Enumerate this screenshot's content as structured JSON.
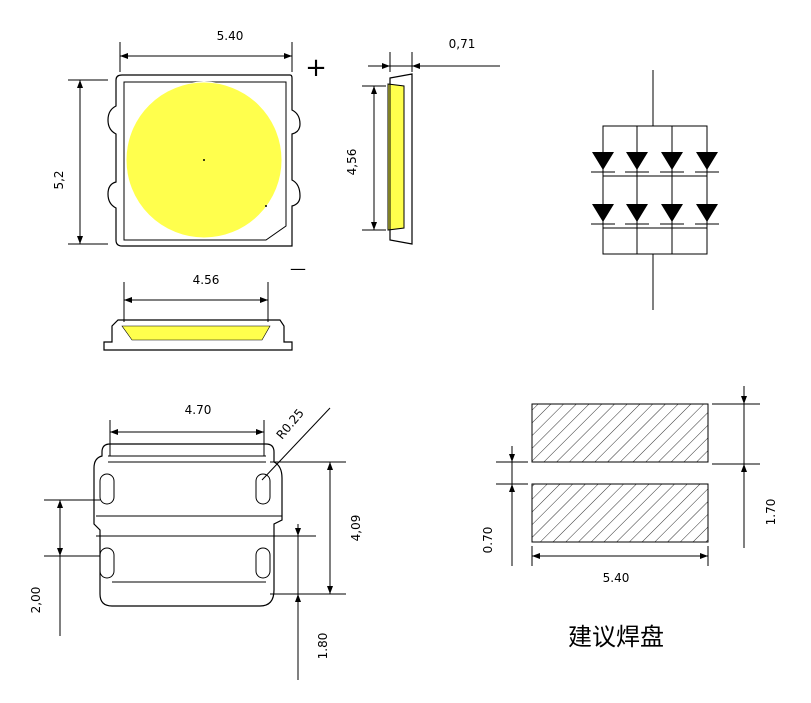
{
  "colors": {
    "led_fill": "#ffff4d",
    "line": "#000000"
  },
  "top_view": {
    "width_label": "5.40",
    "height_label": "5,2",
    "plus_label": "+",
    "minus_label": "—"
  },
  "side_view": {
    "thickness_label": "0,71",
    "height_label": "4,56"
  },
  "front_view": {
    "width_label": "4.56"
  },
  "bottom_view": {
    "width_label": "4.70",
    "radius_label": "R0.25",
    "height_label": "4,09",
    "pad_pitch_label": "2,00",
    "pad_label": "1.80"
  },
  "solder_pad": {
    "gap_label": "0.70",
    "height_label": "1.70",
    "width_label": "5.40",
    "caption": "建议焊盘"
  },
  "circuit": {
    "rows": 2,
    "columns": 4
  }
}
